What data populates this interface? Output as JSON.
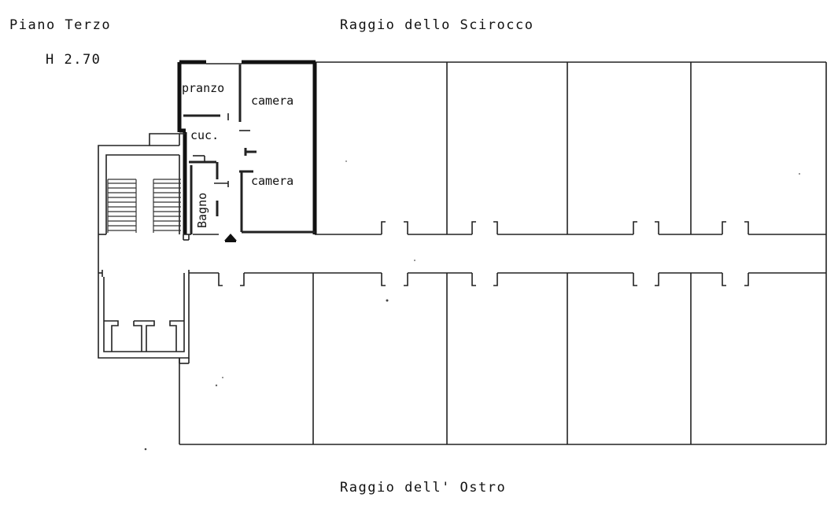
{
  "header": {
    "floor": "Piano Terzo",
    "height": "H 2.70",
    "north_side": "Raggio dello Scirocco",
    "south_side": "Raggio dell' Ostro"
  },
  "rooms": {
    "dining": "pranzo",
    "bedroom_1": "camera",
    "kitchen": "cuc.",
    "bedroom_2": "camera",
    "bathroom": "Bagno"
  },
  "colors": {
    "line": "#222222",
    "highlight_wall": "#111111",
    "background": "#ffffff"
  },
  "icons": {
    "entrance": "entrance-arrow-icon"
  }
}
